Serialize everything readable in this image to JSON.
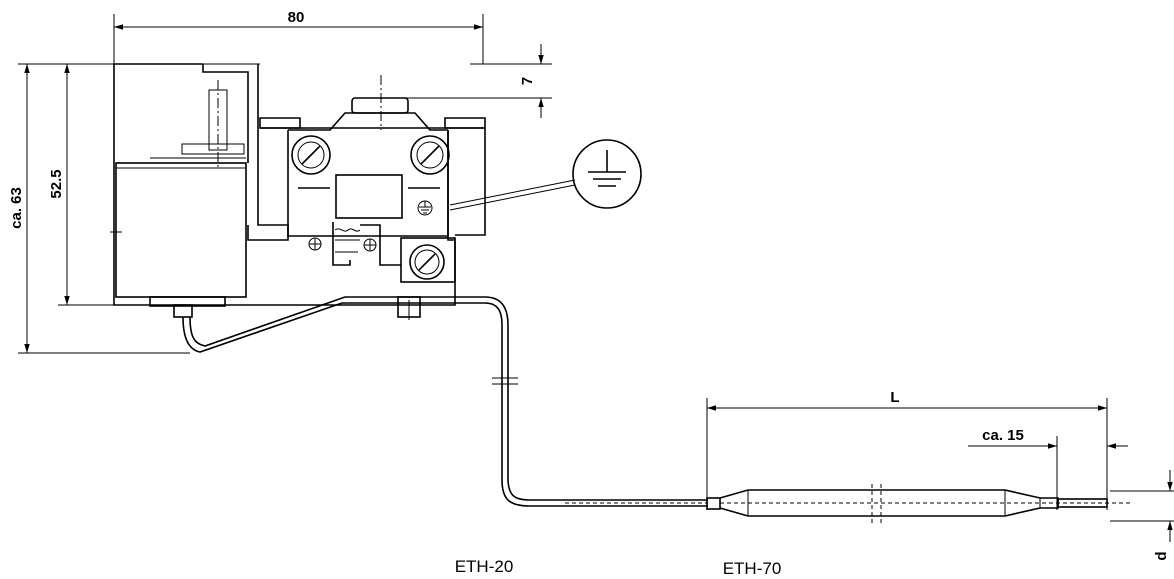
{
  "dimensions": {
    "width_80": "80",
    "height_7": "7",
    "height_ca63": "ca. 63",
    "height_52_5": "52.5",
    "length_L": "L",
    "length_ca15": "ca. 15",
    "diameter_d": "d"
  },
  "captions": {
    "left": "ETH-20",
    "right": "ETH-70"
  },
  "symbols": {
    "ground": "ground-symbol"
  }
}
